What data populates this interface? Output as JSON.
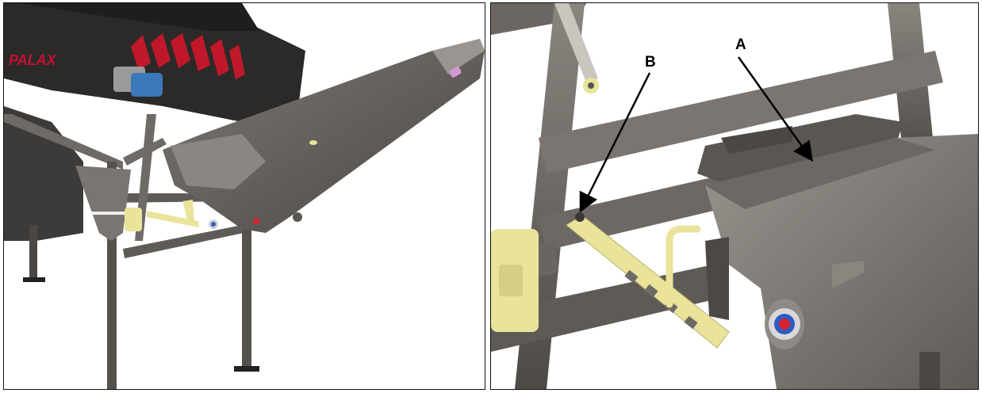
{
  "brand": {
    "logo_text": "PALAX",
    "logo_color": "#c8102e"
  },
  "colors": {
    "steel": "#6e6a66",
    "steel_dark": "#3b3937",
    "steel_light": "#8d8883",
    "conveyor_body": "#2b2a29",
    "motor_blue": "#3a78b8",
    "yellow_part": "#e9e49a",
    "fingers_red": "#c0182a",
    "cap_red": "#d9232f",
    "cap_blue": "#2f5cc0"
  },
  "callouts": {
    "a": {
      "label": "A"
    },
    "b": {
      "label": "B"
    }
  }
}
